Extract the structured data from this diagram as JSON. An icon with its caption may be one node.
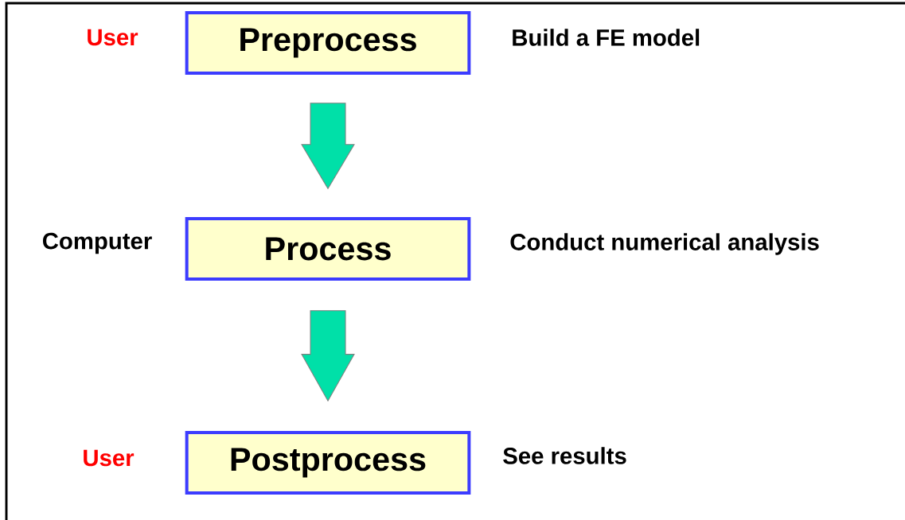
{
  "diagram": {
    "nodes": [
      {
        "text": [
          "Preprocess"
        ],
        "beside": [
          "User",
          "Build a FE model"
        ]
      },
      {
        "text": [
          "Process"
        ],
        "beside": [
          "Computer",
          "Conduct numerical analysis"
        ]
      },
      {
        "text": [
          "Postprocess"
        ],
        "beside": [
          "User",
          "See results"
        ]
      }
    ],
    "edges": [
      {
        "from": 0,
        "to": 1,
        "arrow": "to"
      },
      {
        "from": 1,
        "to": 2,
        "arrow": "to"
      }
    ]
  }
}
